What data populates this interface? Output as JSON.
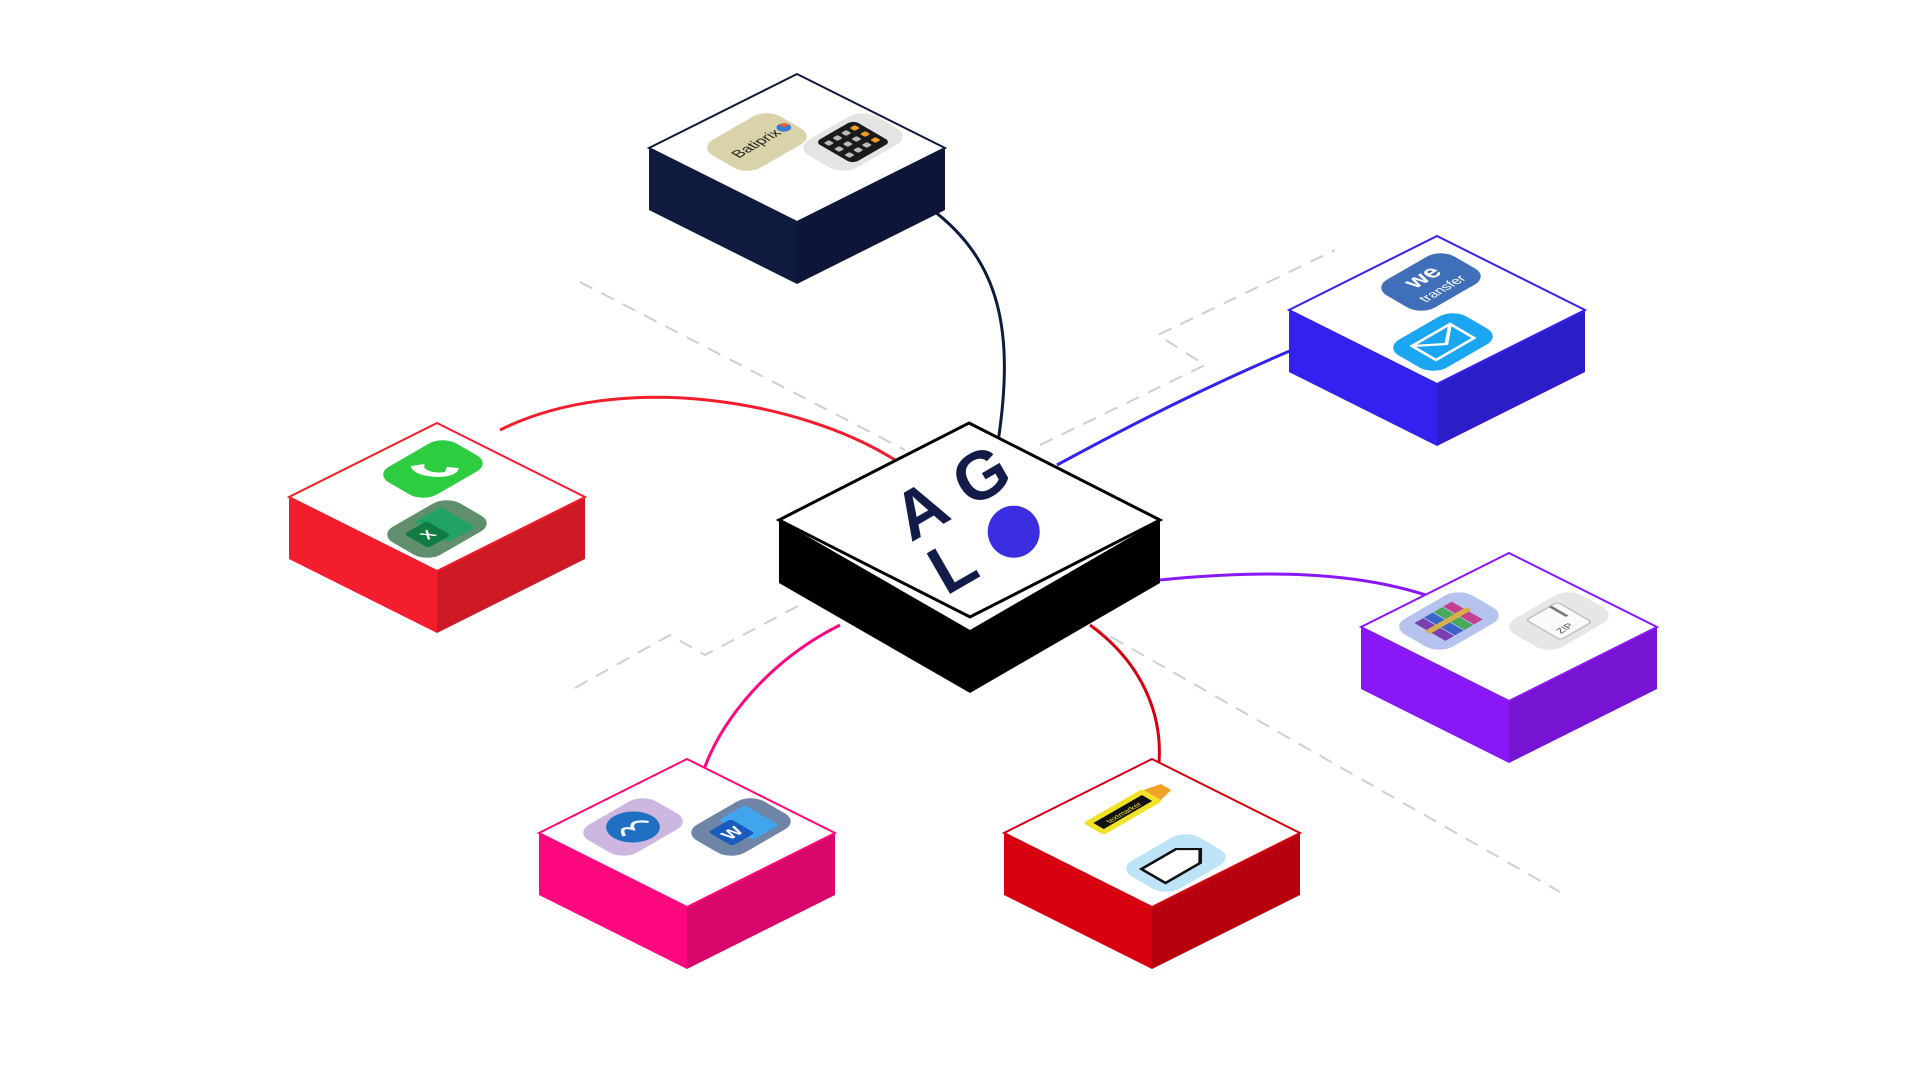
{
  "logo": {
    "letters": [
      "A",
      "G",
      "L"
    ],
    "dot_color": "#3a2ee0",
    "text_color": "#131c48"
  },
  "hub": {
    "name": "aglo-hub",
    "side_color": "#000000",
    "border_color": "#000000"
  },
  "tiles": [
    {
      "name": "tile-pricing-tools",
      "color": "#0f1a3f",
      "icons": [
        {
          "name": "batiprix-icon",
          "label": "Batiprix"
        },
        {
          "name": "calculator-icon",
          "label": ""
        }
      ]
    },
    {
      "name": "tile-sharing-tools",
      "color": "#3322ee",
      "icons": [
        {
          "name": "wetransfer-icon",
          "label": "we",
          "sublabel": "transfer"
        },
        {
          "name": "mail-icon",
          "label": ""
        }
      ]
    },
    {
      "name": "tile-archive-tools",
      "color": "#8a18f6",
      "icons": [
        {
          "name": "winrar-icon",
          "label": ""
        },
        {
          "name": "zip-file-icon",
          "label": "ZIP"
        }
      ]
    },
    {
      "name": "tile-annotation-tools",
      "color": "#d60010",
      "icons": [
        {
          "name": "highlighter-icon",
          "label": "textmarker"
        },
        {
          "name": "label-shape-icon",
          "label": ""
        }
      ]
    },
    {
      "name": "tile-document-tools",
      "color": "#ff087f",
      "icons": [
        {
          "name": "openoffice-icon",
          "label": ""
        },
        {
          "name": "word-icon",
          "label": "W"
        }
      ]
    },
    {
      "name": "tile-communication-tools",
      "color": "#f21e2e",
      "icons": [
        {
          "name": "phone-icon",
          "label": ""
        },
        {
          "name": "excel-icon",
          "label": "X"
        }
      ]
    }
  ]
}
